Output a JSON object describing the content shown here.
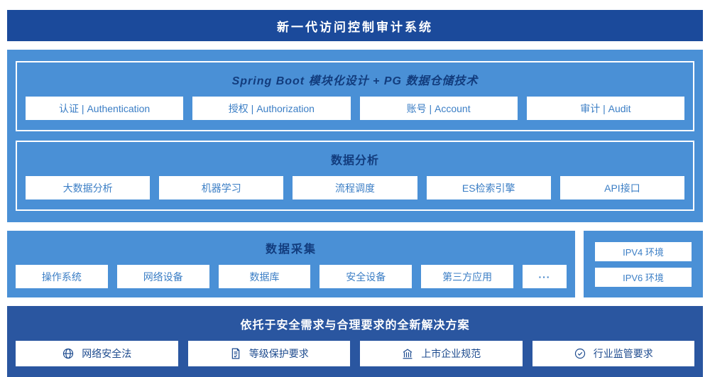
{
  "header": {
    "title": "新一代访问控制审计系统"
  },
  "platform": {
    "modules": {
      "title": "Spring Boot 模块化设计 + PG 数据仓储技术",
      "items": [
        "认证 | Authentication",
        "授权 | Authorization",
        "账号 | Account",
        "审计 | Audit"
      ]
    },
    "analysis": {
      "title": "数据分析",
      "items": [
        "大数据分析",
        "机器学习",
        "流程调度",
        "ES检索引擎",
        "API接口"
      ]
    }
  },
  "collection": {
    "title": "数据采集",
    "items": [
      "操作系统",
      "网络设备",
      "数据库",
      "安全设备",
      "第三方应用",
      "···"
    ],
    "environments": [
      "IPV4 环境",
      "IPV6 环境"
    ]
  },
  "solution": {
    "title": "依托于安全需求与合理要求的全新解决方案",
    "items": [
      {
        "icon": "globe-icon",
        "label": "网络安全法"
      },
      {
        "icon": "document-check-icon",
        "label": "等级保护要求"
      },
      {
        "icon": "building-icon",
        "label": "上市企业规范"
      },
      {
        "icon": "seal-check-icon",
        "label": "行业监管要求"
      }
    ]
  },
  "colors": {
    "header-bg": "#1b4a9b",
    "section-bg": "#4a90d6",
    "solution-bg": "#2a56a0",
    "title-navy": "#123c7d",
    "box-text": "#3b7ec5",
    "solution-text": "#1c4a8e"
  }
}
